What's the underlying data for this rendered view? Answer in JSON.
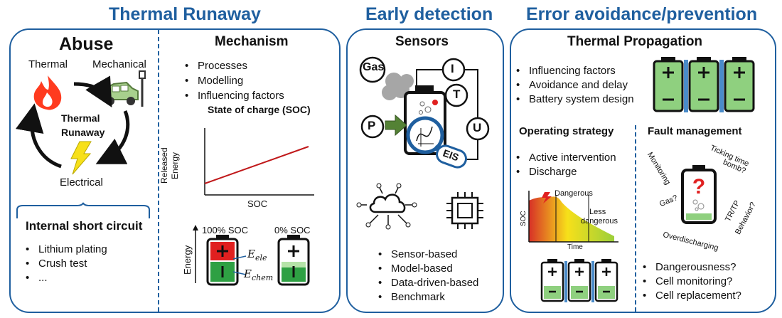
{
  "sections": {
    "thermal_runaway": "Thermal Runaway",
    "early_detection": "Early detection",
    "error_avoidance": "Error avoidance/prevention"
  },
  "abuse": {
    "title": "Abuse",
    "thermal": "Thermal",
    "mechanical": "Mechanical",
    "center_line1": "Thermal",
    "center_line2": "Runaway",
    "electrical": "Electrical",
    "isc_title": "Internal short circuit",
    "isc_items": [
      "Lithium plating",
      "Crush test",
      "..."
    ]
  },
  "mechanism": {
    "title": "Mechanism",
    "items": [
      "Processes",
      "Modelling",
      "Influencing factors"
    ],
    "soc_title": "State of charge (SOC)",
    "ylabel_line1": "Released",
    "ylabel_line2": "Energy",
    "xlabel": "SOC",
    "soc100": "100% SOC",
    "soc0": "0% SOC",
    "energy_label": "Energy",
    "e_ele": "E",
    "e_ele_sub": "ele",
    "e_chem": "E",
    "e_chem_sub": "chem"
  },
  "sensors": {
    "title": "Sensors",
    "gas": "Gas",
    "i": "I",
    "t": "T",
    "p": "P",
    "u": "U",
    "eis": "EIS",
    "items": [
      "Sensor-based",
      "Model-based",
      "Data-driven-based",
      "Benchmark"
    ]
  },
  "propagation": {
    "title": "Thermal Propagation",
    "items": [
      "Influencing factors",
      "Avoidance and delay",
      "Battery system design"
    ]
  },
  "operating": {
    "title": "Operating strategy",
    "items": [
      "Active intervention",
      "Discharge"
    ],
    "dangerous": "Dangerous",
    "less_line1": "Less",
    "less_line2": "dangerous",
    "ylabel": "SOC",
    "xlabel": "Time"
  },
  "fault": {
    "title": "Fault management",
    "monitoring": "Monitoring",
    "ticking_line1": "Ticking time",
    "ticking_line2": "bomb?",
    "gas": "Gas?",
    "trtp_line1": "TR/TP",
    "trtp_line2": "Behavior?",
    "overdischarging": "Overdischarging",
    "items": [
      "Dangerousness?",
      "Cell monitoring?",
      "Cell replacement?"
    ]
  },
  "colors": {
    "accent": "#1f5f9f",
    "red": "#e02020",
    "green": "#2ea043",
    "light_green": "#8fd07f",
    "flame": "#ff3b1f",
    "bolt": "#f7e01a"
  }
}
